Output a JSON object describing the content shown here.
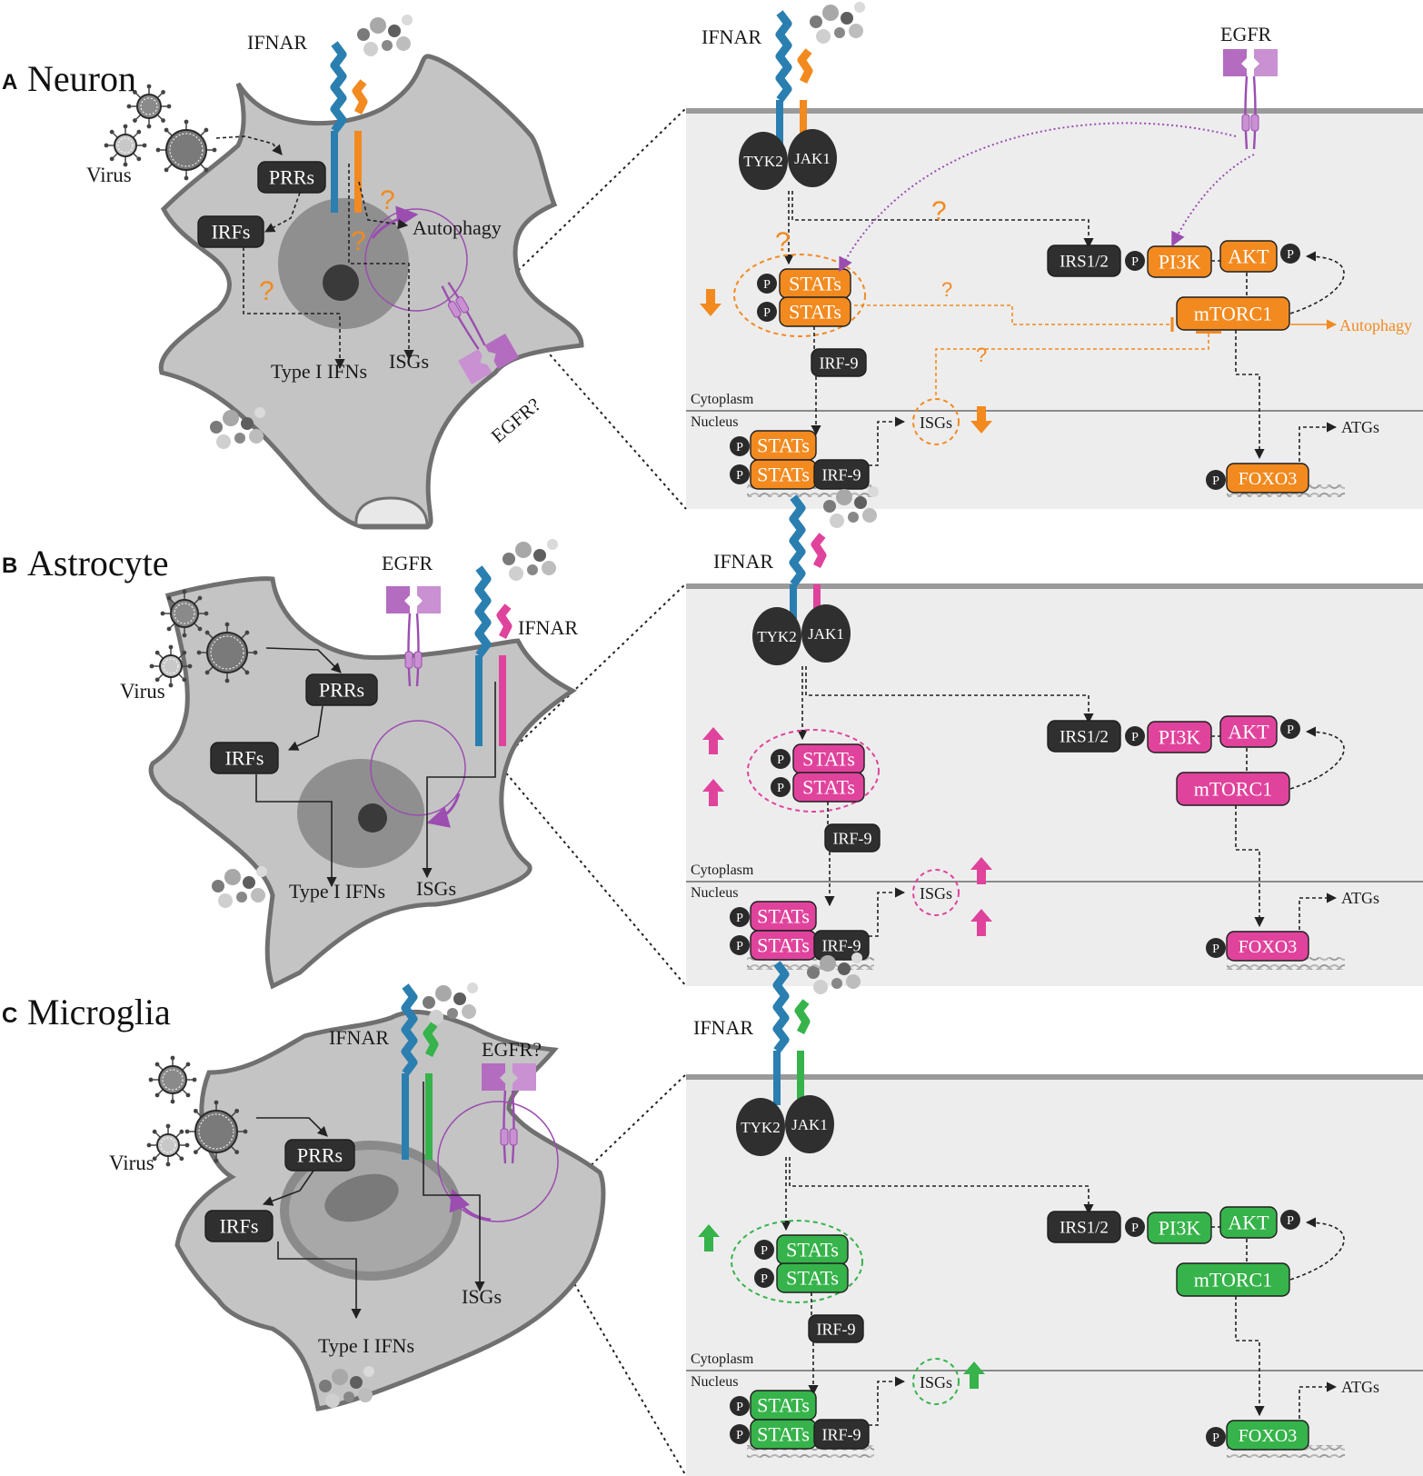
{
  "colors": {
    "neuron_accent": "#f28a1f",
    "astrocyte_accent": "#e0439c",
    "microglia_accent": "#36b34a",
    "ifnar_blue": "#2a7fb0",
    "egfr_purple": "#b46cc0",
    "dark_node": "#2f2f2f",
    "cell_gray": "#c4c4c4",
    "membrane_panel": "#ededee"
  },
  "panels": [
    {
      "key": "A",
      "letter": "A",
      "cell_title": "Neuron",
      "cell": {
        "virus": "Virus",
        "ifnar": "IFNAR",
        "prrs": "PRRs",
        "irfs": "IRFs",
        "autophagy": "Autophagy",
        "type1": "Type I IFNs",
        "isgs": "ISGs",
        "egfr": "EGFR?",
        "question": "?"
      },
      "pathway": {
        "ifnar": "IFNAR",
        "egfr": "EGFR",
        "tyk2": "TYK2",
        "jak1": "JAK1",
        "irs": "IRS1/2",
        "p": "P",
        "pi3k": "PI3K",
        "akt": "AKT",
        "stats": "STATs",
        "mtorc1": "mTORC1",
        "autophagy_out": "Autophagy",
        "irf9": "IRF-9",
        "cytoplasm": "Cytoplasm",
        "nucleus": "Nucleus",
        "isgs": "ISGs",
        "atgs": "ATGs",
        "foxo3": "FOXO3",
        "question": "?"
      }
    },
    {
      "key": "B",
      "letter": "B",
      "cell_title": "Astrocyte",
      "cell": {
        "virus": "Virus",
        "egfr": "EGFR",
        "ifnar": "IFNAR",
        "prrs": "PRRs",
        "irfs": "IRFs",
        "type1": "Type I IFNs",
        "isgs": "ISGs"
      },
      "pathway": {
        "ifnar": "IFNAR",
        "tyk2": "TYK2",
        "jak1": "JAK1",
        "irs": "IRS1/2",
        "p": "P",
        "pi3k": "PI3K",
        "akt": "AKT",
        "stats": "STATs",
        "mtorc1": "mTORC1",
        "irf9": "IRF-9",
        "cytoplasm": "Cytoplasm",
        "nucleus": "Nucleus",
        "isgs": "ISGs",
        "atgs": "ATGs",
        "foxo3": "FOXO3"
      }
    },
    {
      "key": "C",
      "letter": "C",
      "cell_title": "Microglia",
      "cell": {
        "virus": "Virus",
        "ifnar": "IFNAR",
        "egfr": "EGFR?",
        "prrs": "PRRs",
        "irfs": "IRFs",
        "type1": "Type I IFNs",
        "isgs": "ISGs"
      },
      "pathway": {
        "ifnar": "IFNAR",
        "tyk2": "TYK2",
        "jak1": "JAK1",
        "irs": "IRS1/2",
        "p": "P",
        "pi3k": "PI3K",
        "akt": "AKT",
        "stats": "STATs",
        "mtorc1": "mTORC1",
        "irf9": "IRF-9",
        "cytoplasm": "Cytoplasm",
        "nucleus": "Nucleus",
        "isgs": "ISGs",
        "atgs": "ATGs",
        "foxo3": "FOXO3"
      }
    }
  ]
}
